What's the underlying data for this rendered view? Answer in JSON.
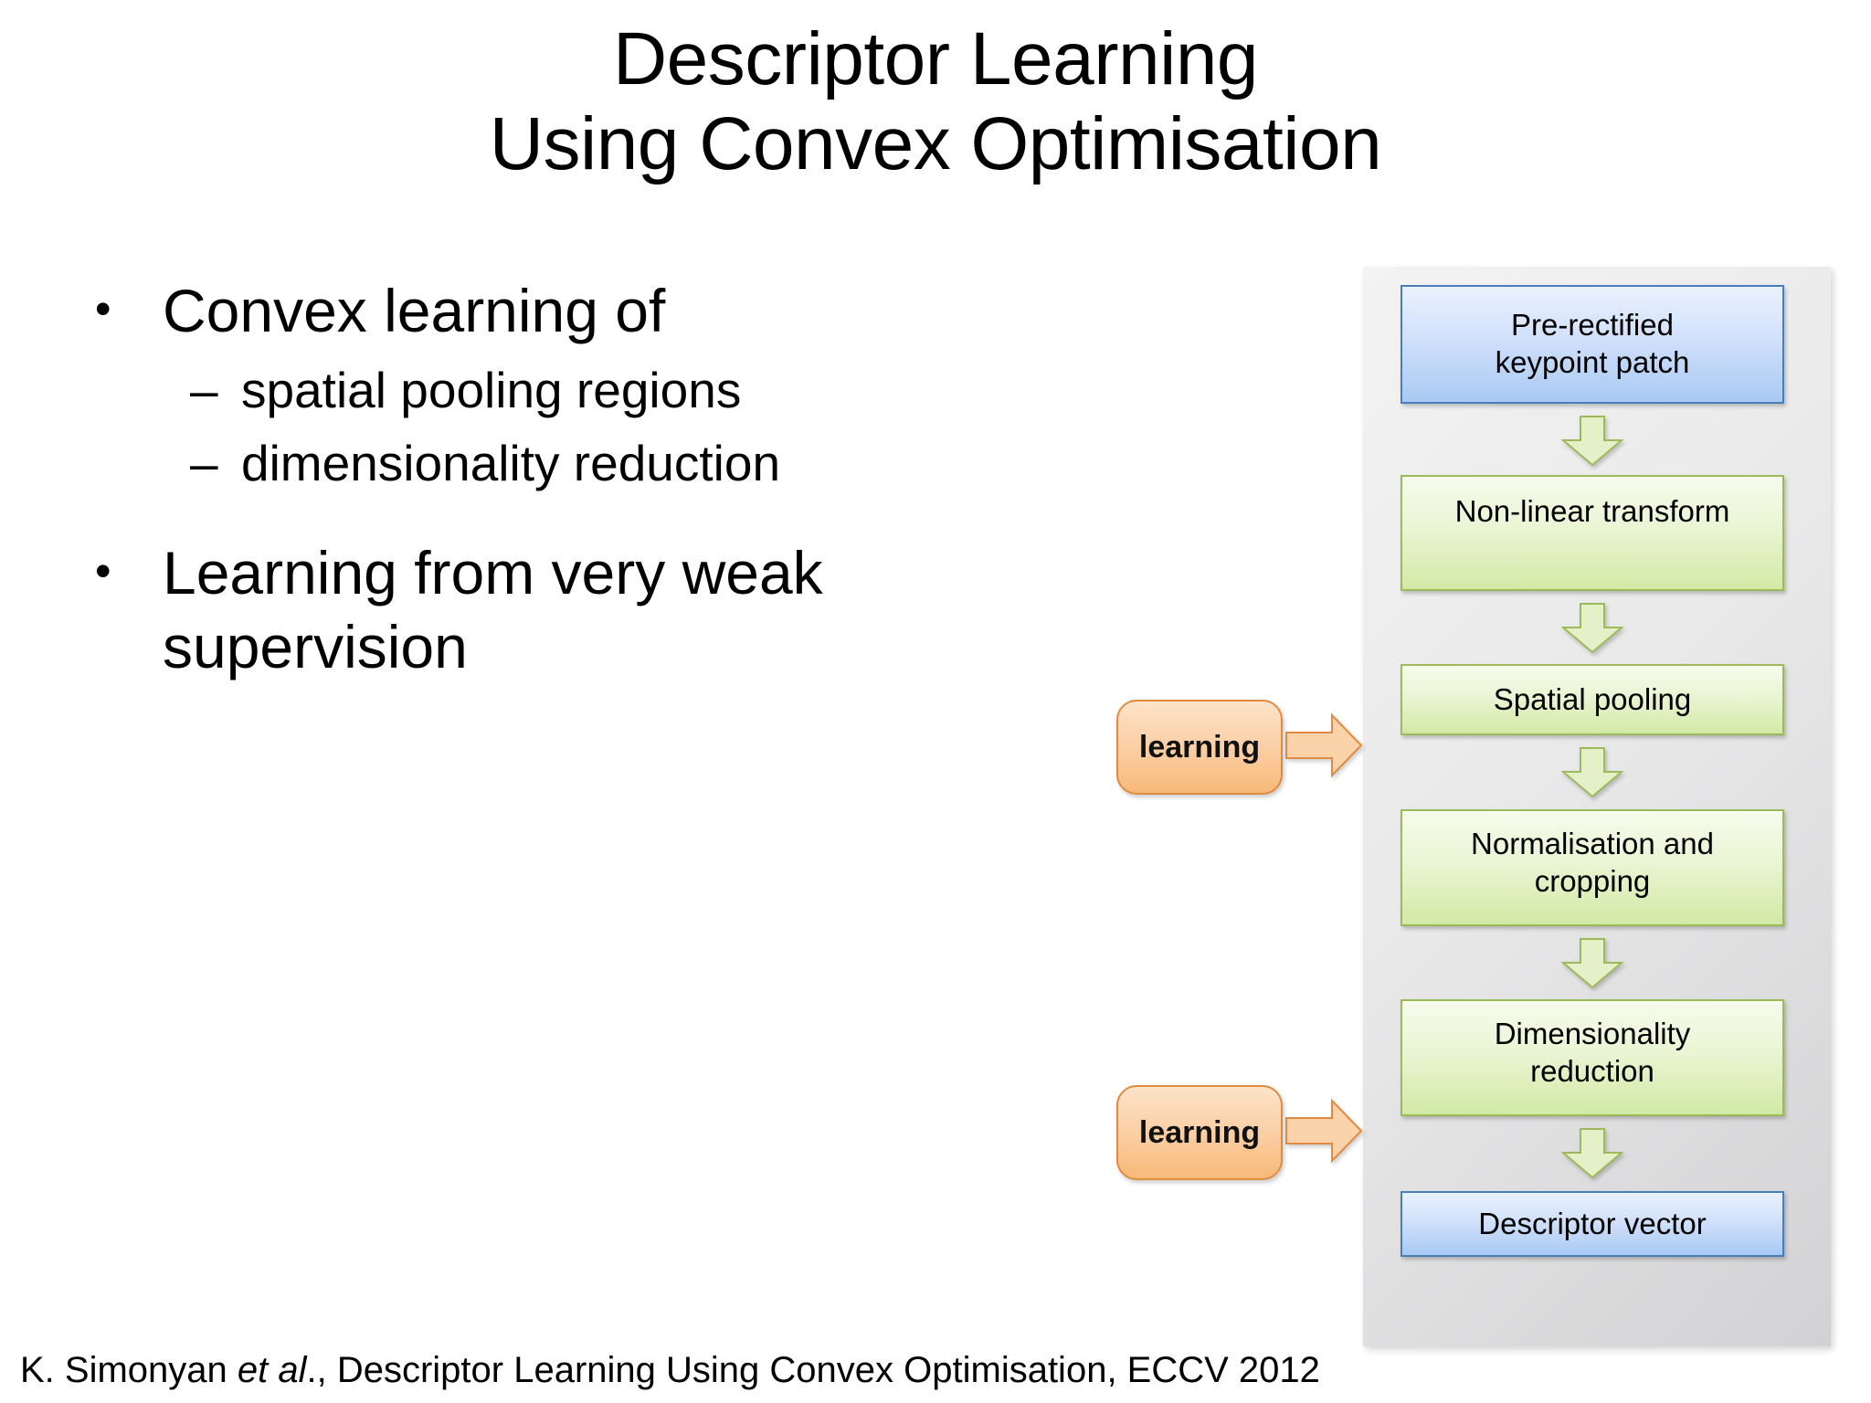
{
  "slide": {
    "title_line1": "Descriptor Learning",
    "title_line2": "Using Convex Optimisation",
    "citation_prefix": "K. Simonyan ",
    "citation_italic": "et al",
    "citation_suffix": "., Descriptor Learning Using Convex Optimisation, ECCV 2012"
  },
  "bullets": {
    "b1_marker": "•",
    "b1_text": "Convex learning of",
    "s1_marker": "–",
    "s1_text": "spatial pooling regions",
    "s2_marker": "–",
    "s2_text": "dimensionality reduction",
    "b2_marker": "•",
    "b2_text": "Learning from very weak supervision"
  },
  "diagram": {
    "steps": [
      {
        "label": "Pre-rectified\nkeypoint patch",
        "label_l1": "Pre-rectified",
        "label_l2": "keypoint patch",
        "kind": "blue"
      },
      {
        "label_l1": "Non-linear transform",
        "label_l2": "",
        "kind": "green"
      },
      {
        "label_l1": "Spatial pooling",
        "label_l2": "",
        "kind": "green"
      },
      {
        "label_l1": "Normalisation and",
        "label_l2": "cropping",
        "kind": "green"
      },
      {
        "label_l1": "Dimensionality",
        "label_l2": "reduction",
        "kind": "green"
      },
      {
        "label_l1": "Descriptor vector",
        "label_l2": "",
        "kind": "blue"
      }
    ],
    "learning_label_1": "learning",
    "learning_label_2": "learning",
    "colors": {
      "panel_bg": "#e3e3e5",
      "blue_fill": "#c5d9f5",
      "blue_border": "#4a7ebb",
      "green_fill": "#e6f2cd",
      "green_border": "#9bbb59",
      "orange_fill": "#fbd0a7",
      "orange_border": "#e08b3f"
    }
  }
}
